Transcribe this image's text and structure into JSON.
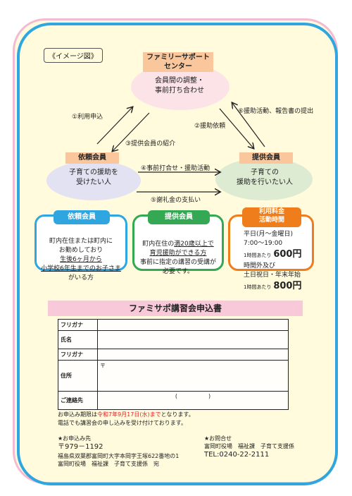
{
  "diagram": {
    "tag": "《イメージ図》",
    "center": {
      "title_line1": "ファミリーサポート",
      "title_line2": "センター",
      "desc_line1": "会員間の調整・",
      "desc_line2": "事前打ち合わせ"
    },
    "requester": {
      "title": "依頼会員",
      "desc_line1": "子育ての援助を",
      "desc_line2": "受けたい人"
    },
    "provider": {
      "title": "提供会員",
      "desc_line1": "子育ての",
      "desc_line2": "援助を行いたい人"
    },
    "flows": {
      "f1": "①利用申込",
      "f2": "②援助依頼",
      "f3": "③提供会員の紹介",
      "f4": "④事前打合せ・援助活動",
      "f5": "⑤謝礼金の支払い",
      "f6": "⑥援助活動、報告書の提出"
    }
  },
  "cards": {
    "requester": {
      "title": "依頼会員",
      "l1": "町内在住または町内に",
      "l2": "お勤めしており",
      "l3": "生後6ヶ月から",
      "l4": "小学校6年生までのお子さま",
      "l5": "がいる方"
    },
    "provider": {
      "title": "提供会員",
      "l1a": "町内在住の",
      "l1b": "満20歳以上で",
      "l2": "育児援助ができる方",
      "l3": "事前に指定の講習の受講が",
      "l4": "必要です。"
    },
    "fee": {
      "title_line1": "利用料金",
      "title_line2": "活動時間",
      "weekday": "平日(月～金曜日)",
      "hours": "7:00～19:00",
      "per_hour": "1時間あたり",
      "price1": "600円",
      "other1": "時間外及び",
      "other2": "土日祝日・年末年始",
      "price2": "800円"
    }
  },
  "form": {
    "title": "ファミサポ講習会申込書",
    "kana_label": "フリガナ",
    "name_label": "氏名",
    "kana_label2": "フリガナ",
    "address_label": "住所",
    "postal_mark": "〒",
    "contact_label": "ご連絡先",
    "paren_open": "(",
    "paren_close": ")"
  },
  "notes": {
    "deadline_prefix": "お申込み期限は",
    "deadline": "令和7年9月17日(水)まで",
    "deadline_suffix": "となります。",
    "phone_note": "電話でも講習会の申し込みを受け付けております。"
  },
  "apply_to": {
    "heading": "★お申込み先",
    "postal": "〒979－1192",
    "address": "福島県双葉郡富岡町大字本岡字王塚622番地の1",
    "office": "富岡町役場　福祉課　子育て支援係　宛"
  },
  "inquiry": {
    "heading": "★お問合せ",
    "office": "富岡町役場　福祉課　子育て支援係",
    "tel": "TEL:0240-22-2111"
  }
}
